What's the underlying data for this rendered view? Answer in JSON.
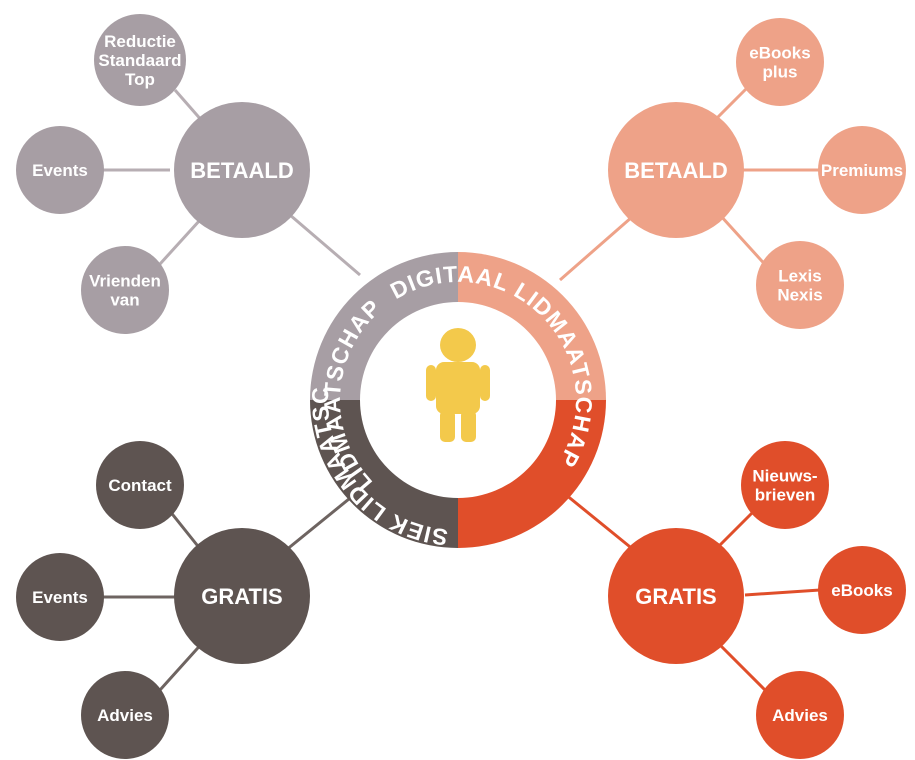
{
  "colors": {
    "grey_light": "#a79ea4",
    "grey_dark": "#5e5451",
    "salmon": "#eea288",
    "orange_red": "#e04e2a",
    "figure": "#f3c94b",
    "center_bg": "#ffffff"
  },
  "ring": {
    "left_top_label": "LIDMAATSCHAP",
    "left_bottom_label": "FYSIEK LIDMAATSCHAP",
    "right_top_label": "DIGITAAL LIDMAATSCHAP",
    "right_bottom_label": "",
    "center_icon": "person-icon"
  },
  "hubs": {
    "physical_paid": {
      "label": "BETAALD"
    },
    "digital_paid": {
      "label": "BETAALD"
    },
    "physical_free": {
      "label": "GRATIS"
    },
    "digital_free": {
      "label": "GRATIS"
    }
  },
  "leaves": {
    "physical_paid": [
      {
        "lines": [
          "Reductie",
          "Standaard",
          "Top"
        ]
      },
      {
        "lines": [
          "Events"
        ]
      },
      {
        "lines": [
          "Vrienden",
          "van"
        ]
      }
    ],
    "digital_paid": [
      {
        "lines": [
          "eBooks",
          "plus"
        ]
      },
      {
        "lines": [
          "Premiums"
        ]
      },
      {
        "lines": [
          "Lexis",
          "Nexis"
        ]
      }
    ],
    "physical_free": [
      {
        "lines": [
          "Contact"
        ]
      },
      {
        "lines": [
          "Events"
        ]
      },
      {
        "lines": [
          "Advies"
        ]
      }
    ],
    "digital_free": [
      {
        "lines": [
          "Nieuws-",
          "brieven"
        ]
      },
      {
        "lines": [
          "eBooks"
        ]
      },
      {
        "lines": [
          "Advies"
        ]
      }
    ]
  }
}
